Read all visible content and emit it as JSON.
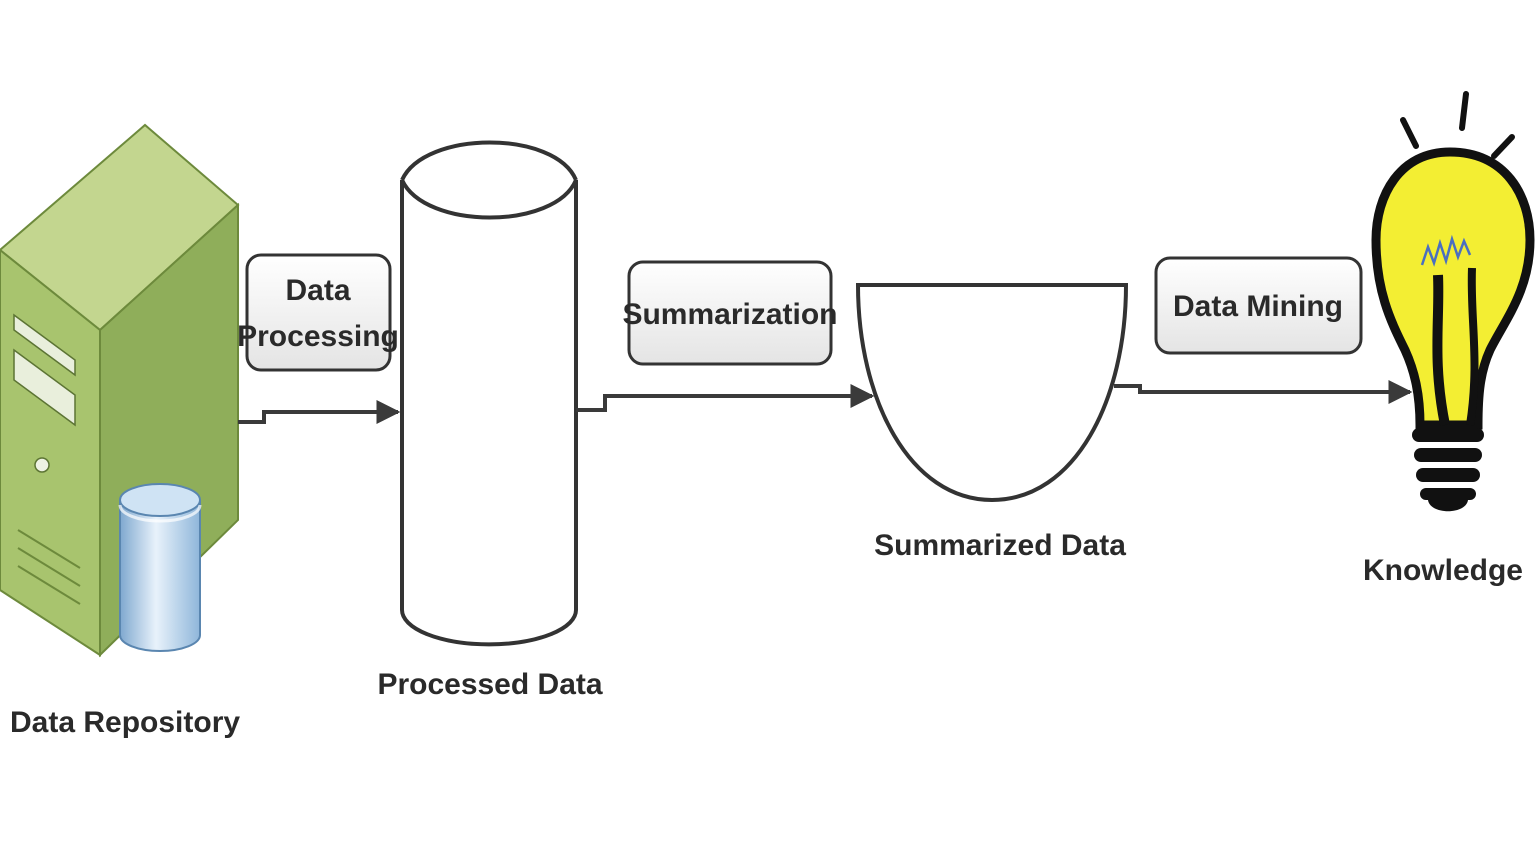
{
  "steps": {
    "data_processing": {
      "line1": "Data",
      "line2": "Processing"
    },
    "summarization": {
      "label": "Summarization"
    },
    "data_mining": {
      "label": "Data Mining"
    }
  },
  "nodes": {
    "data_repository": {
      "label": "Data Repository",
      "icon": "server-with-database-icon"
    },
    "processed_data": {
      "label": "Processed Data",
      "icon": "cylinder-icon"
    },
    "summarized_data": {
      "label": "Summarized Data",
      "icon": "bowl-icon"
    },
    "knowledge": {
      "label": "Knowledge",
      "icon": "light-bulb-icon"
    }
  },
  "colors": {
    "server_front": "#8fae5a",
    "server_side": "#a8c46e",
    "server_top": "#c3d68f",
    "bulb": "#f3ee33",
    "database": "#a9cce8",
    "outline": "#2e2e2e"
  }
}
